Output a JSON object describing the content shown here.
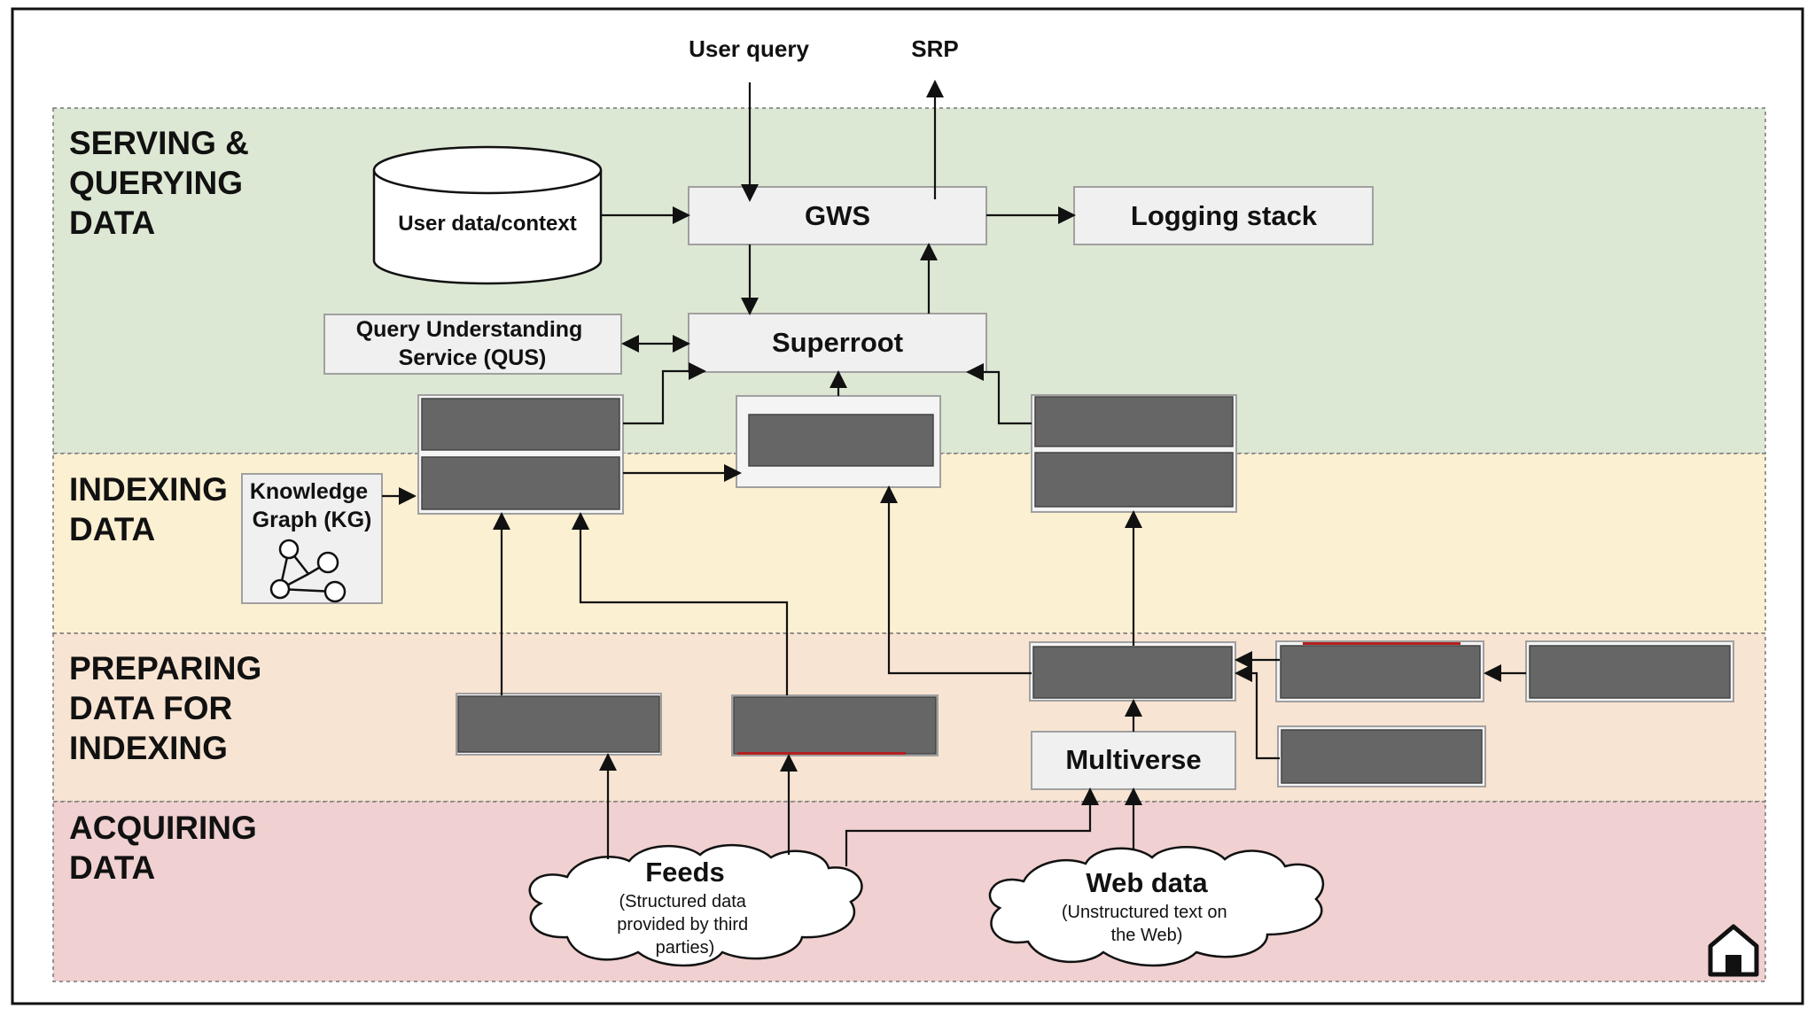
{
  "inputs": {
    "user_query": "User query",
    "srp": "SRP"
  },
  "bands": {
    "serving": [
      "SERVING &",
      "QUERYING",
      "DATA"
    ],
    "indexing": [
      "INDEXING",
      "DATA"
    ],
    "preparing": [
      "PREPARING",
      "DATA FOR",
      "INDEXING"
    ],
    "acquiring": [
      "ACQUIRING",
      "DATA"
    ]
  },
  "nodes": {
    "user_data": "User data/context",
    "gws": "GWS",
    "logging": "Logging stack",
    "qus": [
      "Query Understanding",
      "Service (QUS)"
    ],
    "superroot": "Superroot",
    "kg": [
      "Knowledge",
      "Graph (KG)"
    ],
    "multiverse": "Multiverse"
  },
  "clouds": {
    "feeds": {
      "title": "Feeds",
      "sub": [
        "(Structured data",
        "provided by third",
        "parties)"
      ]
    },
    "web": {
      "title": "Web data",
      "sub": [
        "(Unstructured text on",
        "the Web)"
      ]
    }
  },
  "icons": {
    "kg_icon": "graph-network-icon",
    "home": "home-icon"
  },
  "colors": {
    "serving_bg": "#dde8d4",
    "indexing_bg": "#fcf0d2",
    "preparing_bg": "#f8e4d2",
    "acquiring_bg": "#f0d0d0",
    "redacted": "#666666"
  }
}
